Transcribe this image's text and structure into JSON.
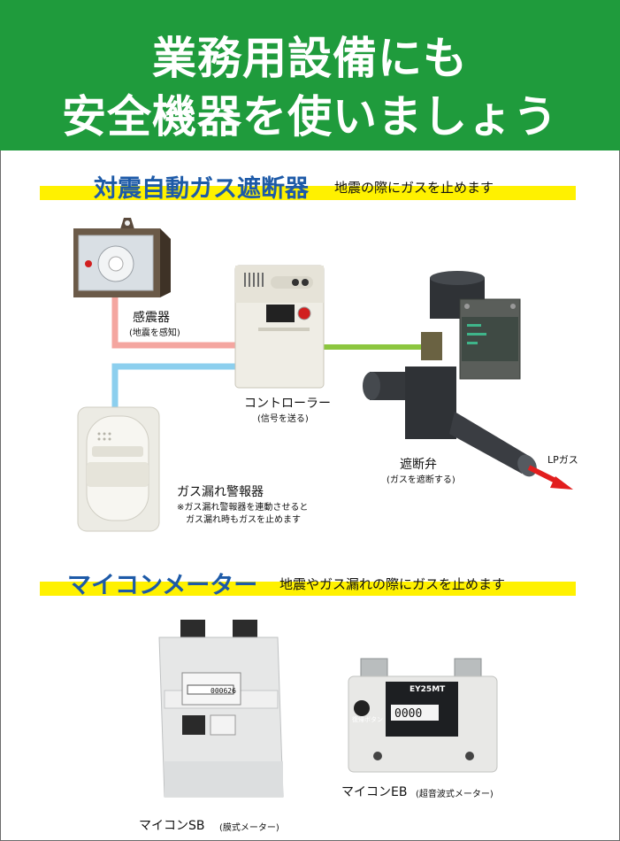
{
  "header": {
    "line1": "業務用設備にも",
    "line2": "安全機器を使いましょう",
    "bg_color": "#1f9b3c"
  },
  "section1": {
    "title": "対震自動ガス遮断器",
    "subtitle": "地震の際にガスを止めます",
    "band_color": "#fff100",
    "title_color": "#1d5aa8"
  },
  "devices": {
    "seismic_sensor": {
      "label": "感震器",
      "note": "(地震を感知)"
    },
    "controller": {
      "label": "コントローラー",
      "note": "(信号を送る)"
    },
    "gas_alarm": {
      "label": "ガス漏れ警報器",
      "note1": "※ガス漏れ警報器を連動させると",
      "note2": "ガス漏れ時もガスを止めます"
    },
    "shutoff_valve": {
      "label": "遮断弁",
      "note": "(ガスを遮断する)"
    },
    "lp_gas": "LPガス"
  },
  "section2": {
    "title": "マイコンメーター",
    "subtitle": "地震やガス漏れの際にガスを止めます"
  },
  "meters": {
    "sb": {
      "label": "マイコンSB",
      "note": "(膜式メーター)",
      "display": "000626"
    },
    "eb": {
      "label": "マイコンEB",
      "note": "(超音波式メーター)",
      "model": "EY25MT",
      "display": "0000",
      "button": "復帰ボタン"
    }
  }
}
